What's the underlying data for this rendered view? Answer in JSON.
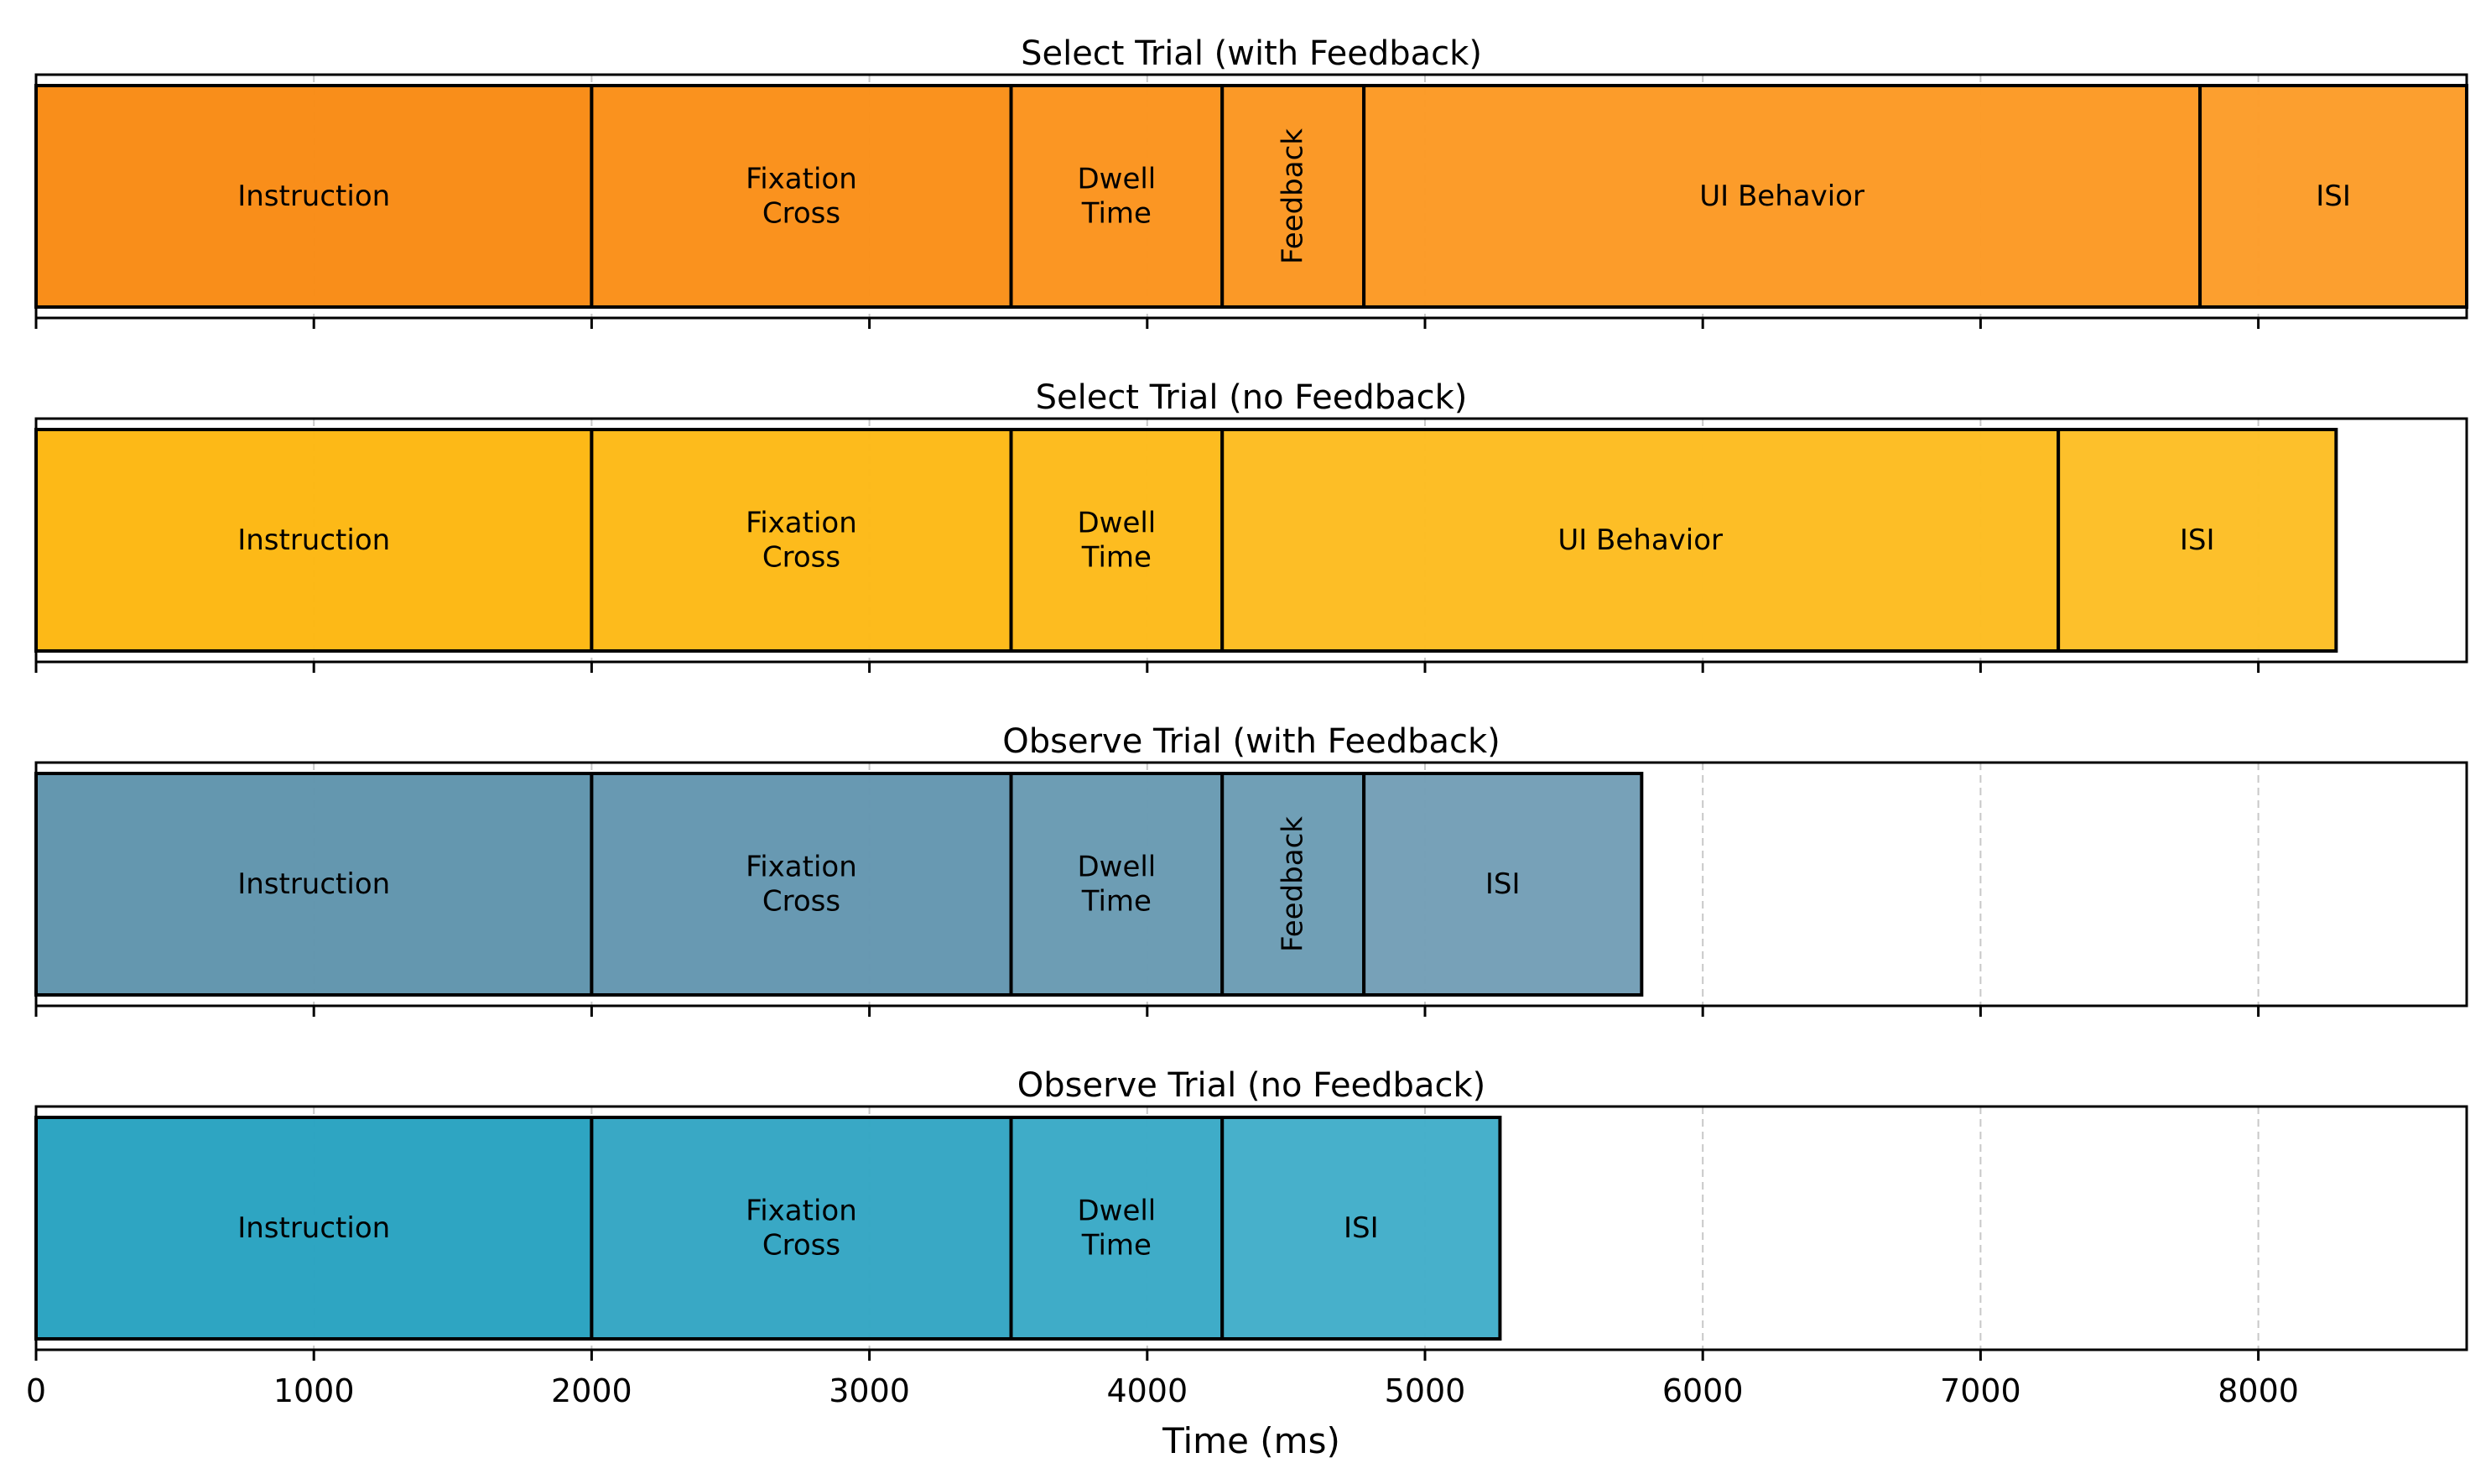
{
  "chart_data": {
    "type": "bar",
    "orientation": "horizontal-stacked-timeline",
    "xlabel": "Time (ms)",
    "xlim": [
      0,
      8750
    ],
    "xticks": [
      0,
      1000,
      2000,
      3000,
      4000,
      5000,
      6000,
      7000,
      8000
    ],
    "grid": "vertical dashed",
    "panels": [
      {
        "title": "Select Trial (with Feedback)",
        "colors": [
          "#f98c15",
          "#fa9019",
          "#fb941f",
          "#fb9723",
          "#fc9a26",
          "#fc9d2b"
        ],
        "segments": [
          {
            "label": "Instruction",
            "start": 0,
            "duration": 2000
          },
          {
            "label": "Fixation\nCross",
            "start": 2000,
            "duration": 1510
          },
          {
            "label": "Dwell\nTime",
            "start": 3510,
            "duration": 760
          },
          {
            "label": "Feedback",
            "start": 4270,
            "duration": 510,
            "vertical": true
          },
          {
            "label": "UI Behavior",
            "start": 4780,
            "duration": 3010
          },
          {
            "label": "ISI",
            "start": 7790,
            "duration": 1000
          }
        ]
      },
      {
        "title": "Select Trial (no Feedback)",
        "colors": [
          "#fdb812",
          "#fdba17",
          "#fdbb1c",
          "#fdbd22",
          "#fdbf27"
        ],
        "segments": [
          {
            "label": "Instruction",
            "start": 0,
            "duration": 2000
          },
          {
            "label": "Fixation\nCross",
            "start": 2000,
            "duration": 1510
          },
          {
            "label": "Dwell\nTime",
            "start": 3510,
            "duration": 760
          },
          {
            "label": "UI Behavior",
            "start": 4270,
            "duration": 3010
          },
          {
            "label": "ISI",
            "start": 7280,
            "duration": 1000
          }
        ]
      },
      {
        "title": "Observe Trial (with Feedback)",
        "colors": [
          "#6195ad",
          "#6597b0",
          "#6a9bb3",
          "#6d9db5",
          "#749fb7"
        ],
        "segments": [
          {
            "label": "Instruction",
            "start": 0,
            "duration": 2000
          },
          {
            "label": "Fixation\nCross",
            "start": 2000,
            "duration": 1510
          },
          {
            "label": "Dwell\nTime",
            "start": 3510,
            "duration": 760
          },
          {
            "label": "Feedback",
            "start": 4270,
            "duration": 510,
            "vertical": true
          },
          {
            "label": "ISI",
            "start": 4780,
            "duration": 1000
          }
        ]
      },
      {
        "title": "Observe Trial (no Feedback)",
        "colors": [
          "#2aa3c1",
          "#35a6c4",
          "#3baac7",
          "#43aeca"
        ],
        "segments": [
          {
            "label": "Instruction",
            "start": 0,
            "duration": 2000
          },
          {
            "label": "Fixation\nCross",
            "start": 2000,
            "duration": 1510
          },
          {
            "label": "Dwell\nTime",
            "start": 3510,
            "duration": 760
          },
          {
            "label": "ISI",
            "start": 4270,
            "duration": 1000
          }
        ]
      }
    ]
  }
}
